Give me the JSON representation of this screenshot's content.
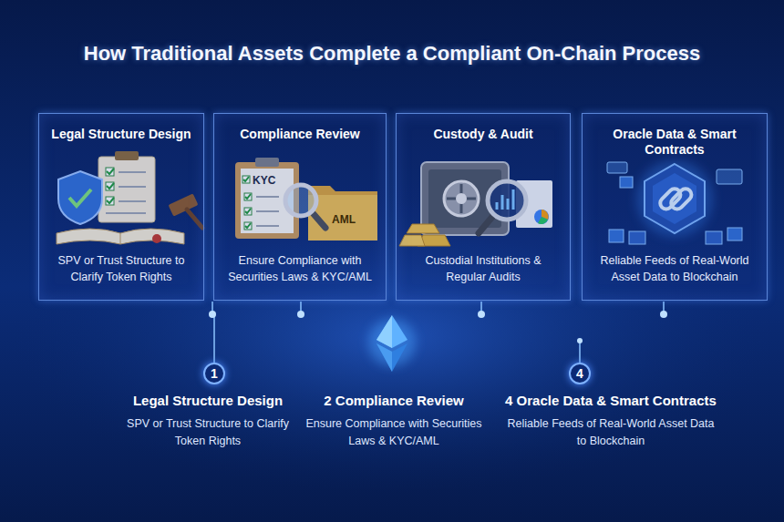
{
  "diagram": {
    "title": "How Traditional Assets Complete a Compliant On-Chain Process",
    "nodes": [
      {
        "text": [
          "Legal Structure Design",
          "SPV or Trust Structure to Clarify Token Rights"
        ]
      },
      {
        "text": [
          "Compliance Review",
          "Ensure Compliance with Securities Laws & KYC/AML"
        ]
      },
      {
        "text": [
          "Custody & Audit",
          "Custodial Institutions & Regular Audits"
        ]
      },
      {
        "text": [
          "Oracle Data & Smart Contracts",
          "Reliable Feeds of Real-World Asset Data to Blockchain"
        ]
      },
      {
        "text": [
          "1"
        ]
      },
      {
        "text": [
          "4"
        ]
      }
    ],
    "labels": [
      "KYC",
      "AML",
      "Legal Structure Design",
      "SPV or Trust Structure to Clarify Token Rights",
      "2 Compliance Review",
      "Ensure Compliance with Securities Laws & KYC/AML",
      "4 Oracle Data & Smart Contracts",
      "Reliable Feeds of Real-World Asset Data to Blockchain"
    ]
  }
}
